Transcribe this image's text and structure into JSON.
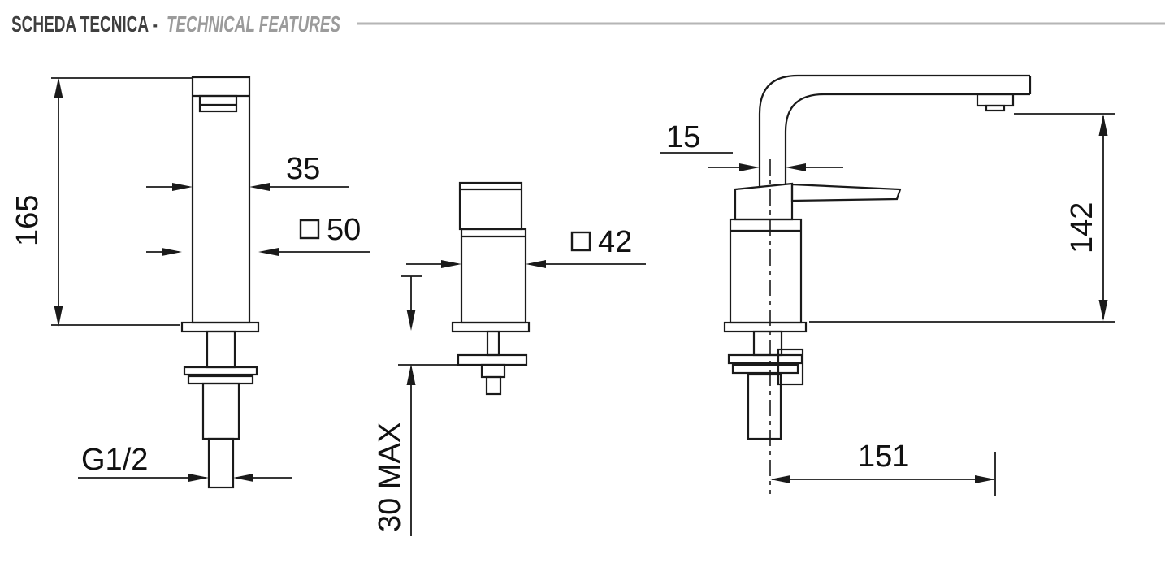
{
  "header": {
    "title_main": "SCHEDA TECNICA -",
    "title_sub": "TECHNICAL FEATURES"
  },
  "front_view": {
    "height": "165",
    "body_width": "35",
    "base_square": "50",
    "thread": "G1/2"
  },
  "side_small_view": {
    "body_square": "42",
    "max_thickness": "30 MAX"
  },
  "side_view": {
    "spout_width": "15",
    "spout_height": "142",
    "spout_reach": "151"
  },
  "colors": {
    "line": "#1a1a1a",
    "title_main": "#3f3f3f",
    "title_sub": "#9b9b9b",
    "rule": "#b5b5b5",
    "background": "#ffffff"
  }
}
